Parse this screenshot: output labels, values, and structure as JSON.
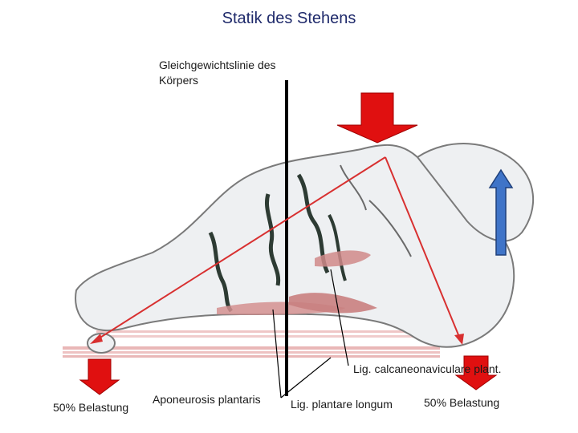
{
  "title": "Statik des Stehens",
  "labels": {
    "balance_line_1": "Gleichgewichtslinie des",
    "balance_line_2": "Körpers",
    "lig_calcaneonaviculare": "Lig. calcaneonaviculare plant.",
    "aponeurosis": "Aponeurosis plantaris",
    "lig_longum": "Lig. plantare longum",
    "load_left": "50% Belastung",
    "load_right": "50% Belastung"
  },
  "colors": {
    "title": "#1f2a6b",
    "load_arrow": "#e01010",
    "lift_arrow": "#3f74c8",
    "line": "#000000",
    "bone": "#eef0f2",
    "ligament": "#d08a8a"
  }
}
